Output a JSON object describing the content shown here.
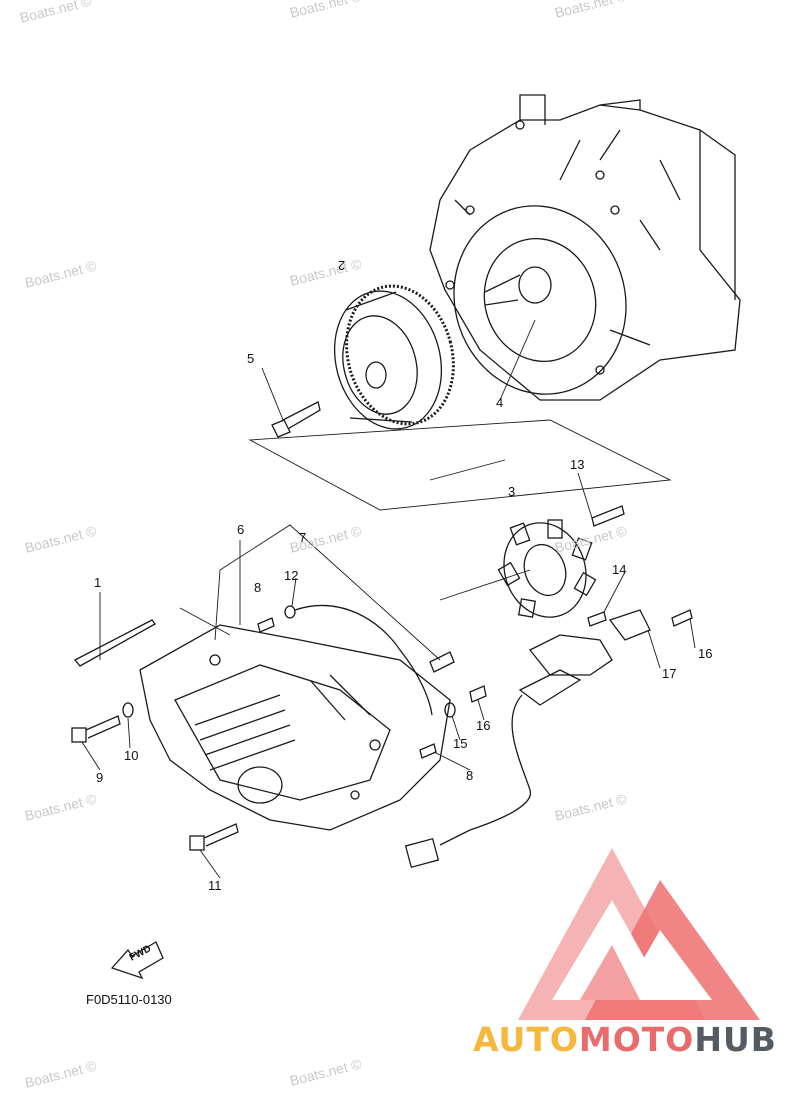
{
  "watermarks": [
    "Boats.net ©",
    "Boats.net ©",
    "Boats.net ©",
    "Boats.net ©",
    "Boats.net ©",
    "Boats.net ©",
    "Boats.net ©",
    "Boats.net ©",
    "Boats.net ©",
    "Boats.net ©",
    "Boats.net ©",
    "Boats.net ©"
  ],
  "callouts": [
    "1",
    "2",
    "3",
    "4",
    "5",
    "6",
    "7",
    "8",
    "8",
    "9",
    "10",
    "11",
    "12",
    "13",
    "14",
    "15",
    "16",
    "16",
    "17"
  ],
  "fwd_label": "FWD",
  "diagram_code": "F0D5110-0130",
  "brand": {
    "part1": "AUTO",
    "part2": "MOTO",
    "part3": "HUB"
  },
  "colors": {
    "line": "#1a1a1a",
    "brand_red": "#ef6f6f",
    "brand_orange": "#f5b73c",
    "brand_gray": "#555b63"
  }
}
